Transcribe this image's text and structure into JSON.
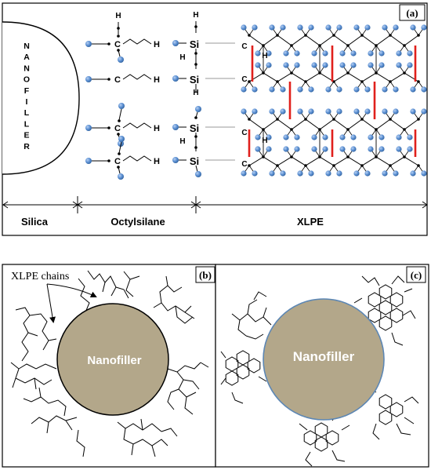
{
  "panel_a": {
    "label": "(a)",
    "nanofiller_letters": [
      "N",
      "A",
      "N",
      "O",
      "F",
      "I",
      "L",
      "L",
      "E",
      "R"
    ],
    "atoms": {
      "C": "C",
      "H": "H",
      "Si": "Si"
    },
    "regions": {
      "silica": "Silica",
      "octylsilane": "Octylsilane",
      "xlpe": "XLPE"
    }
  },
  "panel_b": {
    "label": "(b)",
    "annotation": "XLPE chains",
    "center_label": "Nanofiller"
  },
  "panel_c": {
    "label": "(c)",
    "center_label": "Nanofiller"
  },
  "colors": {
    "atom_blue": "#5b8fd2",
    "crosslink_red": "#e0201c",
    "nanofiller_tan": "#b3a78a",
    "circle_outline_c": "#5d87b4"
  }
}
